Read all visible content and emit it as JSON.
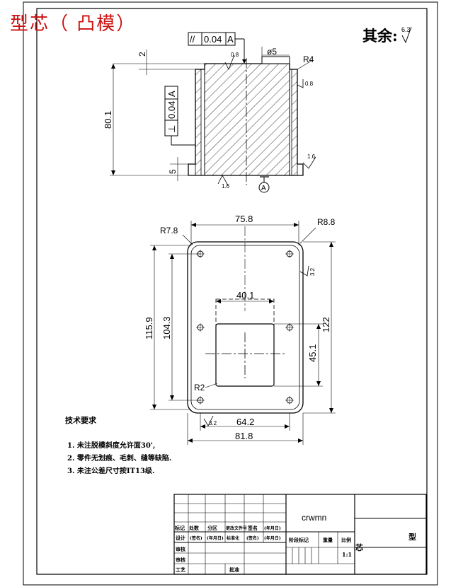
{
  "title": "型芯（ 凸模）",
  "title_color": "#cc1111",
  "roughness_note": {
    "text": "其余:",
    "value": "6.3"
  },
  "front_view": {
    "parallelism": {
      "symbol": "//",
      "value": "0.04",
      "datum": "A"
    },
    "perpendicularity": {
      "symbol": "⊥",
      "value": "0.04",
      "datum": "A"
    },
    "dim_top_step": "2",
    "dim_height": "80.1",
    "dim_bottom_step": "5",
    "dim_diameter": "ø5",
    "dim_radius": "R4",
    "roughness_top": "0.8",
    "roughness_right": "0.8",
    "roughness_right_low": "1.6",
    "roughness_bottom": "1.6",
    "datum_label": "A"
  },
  "top_view": {
    "dim_width_inner": "75.8",
    "dim_radius_left": "R7.8",
    "dim_radius_right": "R8.8",
    "roughness_side": "3.2",
    "dim_height_outer": "115.9",
    "dim_height_inner": "104.3",
    "dim_height_total": "122",
    "dim_pocket_width": "40.1",
    "dim_pocket_height": "45.1",
    "dim_corner": "R2",
    "dim_hole_spacing": "64.2",
    "dim_total_width": "81.8",
    "roughness_bottom": "3.2"
  },
  "notes": {
    "heading": "技术要求",
    "items": [
      "1. 未注脱模斜度允许面30',",
      "2. 零件无划痕、毛刺、缝等缺陷.",
      "3. 未注公差尺寸按IT13级."
    ]
  },
  "title_block": {
    "company": "crwmn",
    "part_left": "芯",
    "part_right": "型",
    "scale": "1:1",
    "cells": {
      "r1": [
        "标记",
        "处数",
        "分区",
        "更改文件号",
        "签名",
        "(年月日)"
      ],
      "r2": [
        "设计",
        "(签名)",
        "(年月日)",
        "标准化",
        "(签名)",
        "(年月日)"
      ],
      "labels": [
        "审核",
        "审核",
        "工艺",
        "批准"
      ],
      "stage": "阶段标记",
      "weight": "重量",
      "ratio": "比例"
    }
  }
}
